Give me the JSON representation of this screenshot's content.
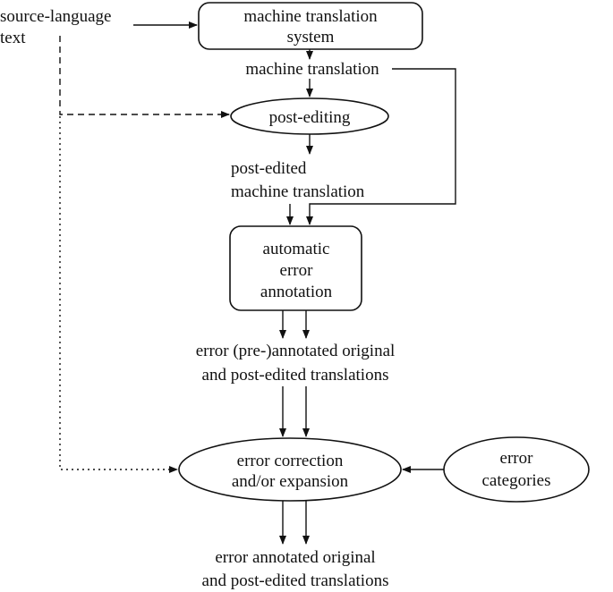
{
  "nodes": {
    "source_text": {
      "line1": "source-language",
      "line2": "text"
    },
    "mt_system": {
      "line1": "machine translation",
      "line2": "system"
    },
    "machine_translation": {
      "label": "machine translation"
    },
    "post_editing": {
      "label": "post-editing"
    },
    "post_edited_mt": {
      "line1": "post-edited",
      "line2": "machine translation"
    },
    "automatic_annotation": {
      "line1": "automatic",
      "line2": "error",
      "line3": "annotation"
    },
    "preannotated": {
      "line1": "error (pre-)annotated original",
      "line2": "and post-edited translations"
    },
    "error_correction": {
      "line1": "error correction",
      "line2": "and/or expansion"
    },
    "error_categories": {
      "line1": "error",
      "line2": "categories"
    },
    "final_output": {
      "line1": "error annotated original",
      "line2": "and post-edited translations"
    }
  }
}
